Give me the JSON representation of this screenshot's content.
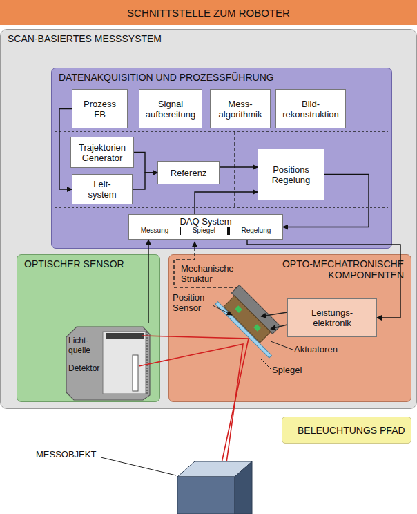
{
  "diagram": {
    "nodes": [
      {
        "text": [
          "SCHNITTSTELLE ZUM ROBOTER"
        ]
      },
      {
        "text": [
          "SCAN-BASIERTES MESSSYSTEM"
        ]
      },
      {
        "text": [
          "DATENAKQUISITION UND PROZESSFÜHRUNG"
        ],
        "in": 1
      },
      {
        "text": [
          "Prozess FB"
        ],
        "in": 2
      },
      {
        "text": [
          "Signal aufbereitung"
        ],
        "in": 2
      },
      {
        "text": [
          "Mess- algorithmik"
        ],
        "in": 2
      },
      {
        "text": [
          "Bild- rekonstruktion"
        ],
        "in": 2
      },
      {
        "text": [
          "Trajektorien Generator"
        ],
        "in": 2
      },
      {
        "text": [
          "Leit- system"
        ],
        "in": 2
      },
      {
        "text": [
          "Referenz"
        ],
        "in": 2
      },
      {
        "text": [
          "Positions Regelung"
        ],
        "in": 2
      },
      {
        "text": [
          "DAQ System",
          "Messung",
          "Spiegel",
          "Regelung"
        ],
        "in": 2
      },
      {
        "text": [
          "OPTISCHER SENSOR"
        ],
        "in": 1
      },
      {
        "text": [
          "Licht- quelle",
          "Detektor"
        ],
        "in": 12
      },
      {
        "text": [
          "OPTO-MECHATRONISCHE KOMPONENTEN"
        ],
        "in": 1
      },
      {
        "text": [
          "Leistungs- elektronik"
        ],
        "in": 14
      },
      {
        "text": [
          "BELEUCHTUNGS PFAD"
        ]
      }
    ],
    "edges": [
      {
        "from": 3,
        "to": 8,
        "arrow": "to"
      },
      {
        "from": 7,
        "to": 9,
        "arrow": "to"
      },
      {
        "from": 8,
        "to": 9,
        "arrow": "to"
      },
      {
        "from": 9,
        "to": 10,
        "arrow": "to"
      },
      {
        "from": 11,
        "to": 10,
        "arrow": "to"
      },
      {
        "from": 10,
        "to": 11,
        "arrow": "to"
      },
      {
        "from": 11,
        "to": 15,
        "arrow": "to"
      },
      {
        "from": 13,
        "to": 11,
        "arrow": "to"
      }
    ],
    "labels": [
      "Mechanische Struktur",
      "Position Sensor",
      "Aktuatoren",
      "Spiegel",
      "MESSOBJEKT"
    ]
  }
}
